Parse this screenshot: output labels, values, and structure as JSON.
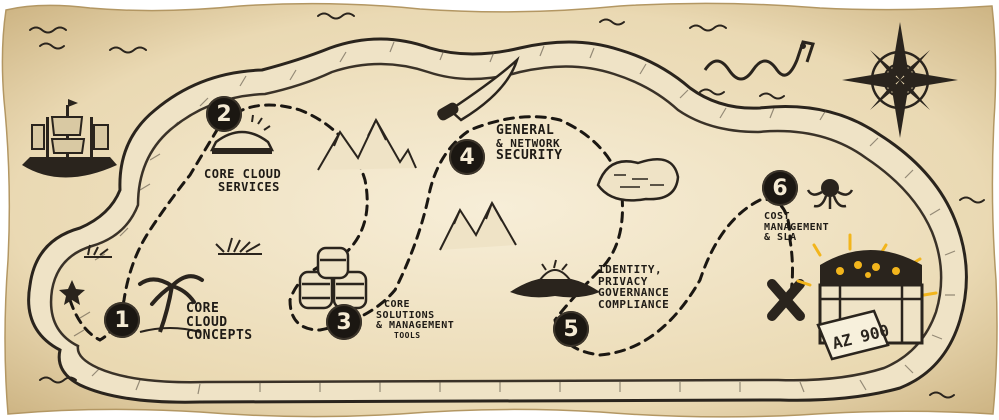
{
  "map": {
    "colors": {
      "parchment": "#efe2c2",
      "parchment_edge": "#d9c69c",
      "ink": "#1f1b16",
      "sea_lines": "#2a241d",
      "gold": "#f2b51c"
    },
    "stops": [
      {
        "number": "1",
        "lines": [
          "Core",
          "Cloud",
          "Concepts"
        ]
      },
      {
        "number": "2",
        "lines": [
          "Core Cloud",
          "Services"
        ]
      },
      {
        "number": "3",
        "lines": [
          "Core",
          "Solutions",
          "& Management",
          "Tools"
        ]
      },
      {
        "number": "4",
        "lines": [
          "General",
          "& Network",
          "Security"
        ]
      },
      {
        "number": "5",
        "lines": [
          "Identity,",
          "Privacy",
          "Governance",
          "Compliance"
        ]
      },
      {
        "number": "6",
        "lines": [
          "Cost",
          "Management",
          "& SLA"
        ]
      }
    ],
    "treasure_badge": "AZ 900",
    "icons": [
      "ship-icon",
      "sea-serpent-icon",
      "compass-rose-icon",
      "sword-icon",
      "crown-icon",
      "mountain-icon",
      "island-icon",
      "barrels-icon",
      "pirate-hat-icon",
      "palm-tree-icon",
      "kraken-icon",
      "treasure-chest-icon",
      "x-mark-icon",
      "starfish-icon",
      "grass-icon"
    ]
  }
}
